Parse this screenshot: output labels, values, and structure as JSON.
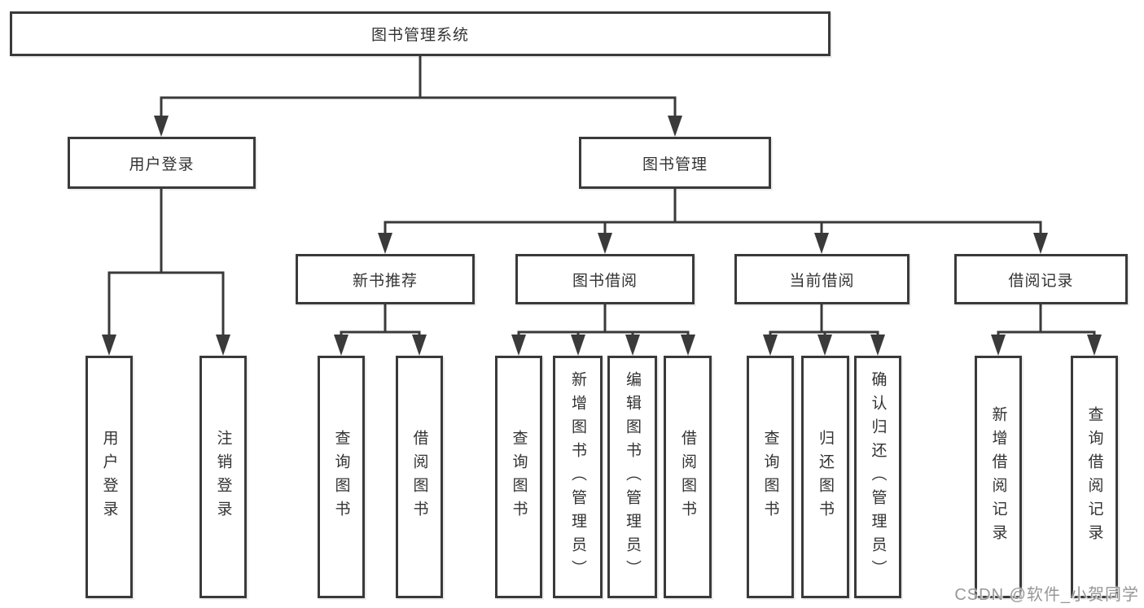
{
  "diagram": {
    "root": {
      "label": "图书管理系统",
      "children": [
        {
          "label": "用户登录",
          "children": [
            {
              "label": "用户登录"
            },
            {
              "label": "注销登录"
            }
          ]
        },
        {
          "label": "图书管理",
          "children": [
            {
              "label": "新书推荐",
              "children": [
                {
                  "label": "查询图书"
                },
                {
                  "label": "借阅图书"
                }
              ]
            },
            {
              "label": "图书借阅",
              "children": [
                {
                  "label": "查询图书"
                },
                {
                  "label": "新增图书（管理员）"
                },
                {
                  "label": "编辑图书（管理员）"
                },
                {
                  "label": "借阅图书"
                }
              ]
            },
            {
              "label": "当前借阅",
              "children": [
                {
                  "label": "查询图书"
                },
                {
                  "label": "归还图书"
                },
                {
                  "label": "确认归还（管理员）"
                }
              ]
            },
            {
              "label": "借阅记录",
              "children": [
                {
                  "label": "新增借阅记录"
                },
                {
                  "label": "查询借阅记录"
                }
              ]
            }
          ]
        }
      ]
    },
    "line_color": "#3a3a3a"
  },
  "watermark": "CSDN @软件_小贺同学"
}
